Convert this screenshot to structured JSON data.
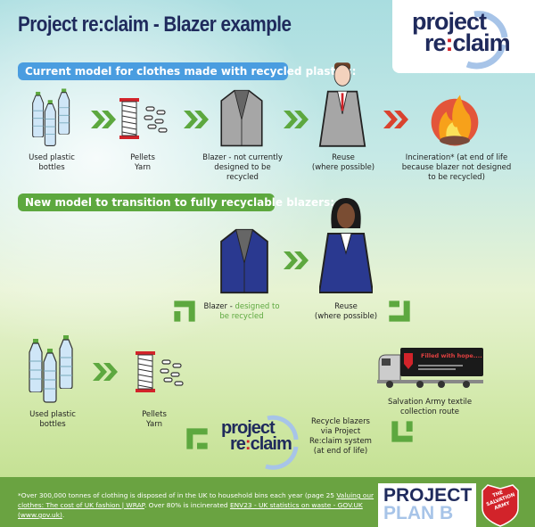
{
  "title": "Project re:claim - Blazer example",
  "logo": {
    "line1": "project",
    "line2a": "re",
    "line2b": ":",
    "line2c": "claim"
  },
  "current_model": {
    "heading": "Current model for clothes made with recycled plastics:",
    "steps": [
      {
        "icon": "plastic-bottles-icon",
        "label": "Used plastic\nbottles"
      },
      {
        "icon": "yarn-spool-pellets-icon",
        "label": "Pellets\nYarn"
      },
      {
        "icon": "grey-blazer-icon",
        "label": "Blazer - not currently designed to be recycled"
      },
      {
        "icon": "man-in-blazer-icon",
        "label": "Reuse\n(where possible)"
      },
      {
        "icon": "fire-icon",
        "label": "Incineration* (at end of life because blazer not designed to be recycled)"
      }
    ]
  },
  "new_model": {
    "heading": "New model to transition to fully recyclable blazers:",
    "blazer": {
      "prefix": "Blazer - ",
      "highlight": "designed to be recycled"
    },
    "reuse": "Reuse\n(where possible)",
    "truck": "Salvation Army textile collection route",
    "truck_sign": "Filled with hope....",
    "recycle": "Recycle blazers via Project Re:claim system (at end of life)",
    "bottles": "Used plastic\nbottles",
    "pellets": "Pellets\nYarn"
  },
  "footer": {
    "text1": "*Over 300,000 tonnes of clothing is disposed of in the UK to household bins each year (page 25 ",
    "link1": "Valuing our clothes: The cost of UK fashion | WRAP",
    "text2": ". Over 80% is incinerated ",
    "link2": "ENV23 - UK statistics on waste - GOV.UK (www.gov.uk)",
    "text3": ".",
    "planb_line1": "PROJECT",
    "planb_line2": "PLAN B",
    "shield_text": "THE SALVATION ARMY"
  },
  "colors": {
    "navy": "#1f2a5c",
    "green": "#5da83f",
    "blue_label": "#4a9de0",
    "red_arrow": "#d9432e",
    "footer": "#6aa341"
  }
}
